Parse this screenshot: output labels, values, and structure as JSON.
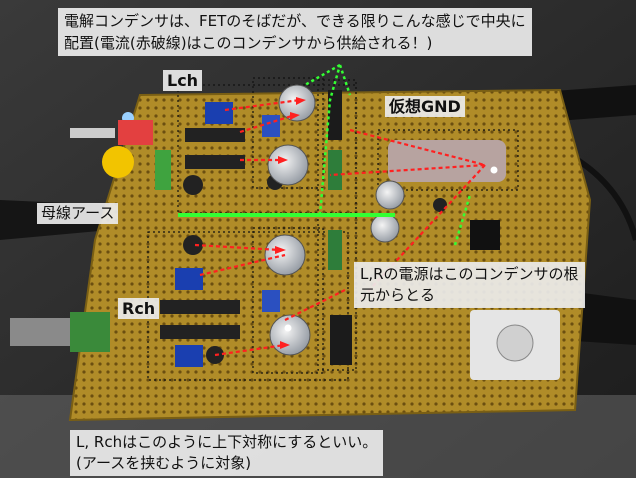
{
  "annotations": {
    "top_caption_line1": "電解コンデンサは、FETのそばだが、できる限りこんな感じで中央に",
    "top_caption_line2": "配置(電流(赤破線)はこのコンデンサから供給される！)",
    "lch": "Lch",
    "rch": "Rch",
    "virtual_gnd": "仮想GND",
    "bus_ground": "母線アース",
    "lr_power_line1": "L,Rの電源はこのコンデンサの根",
    "lr_power_line2": "元からとる",
    "bottom_caption_line1": "L, Rchはこのように上下対称にするといい。",
    "bottom_caption_line2": "(アースを挟むように対象)"
  },
  "colors": {
    "board": "#a8871e",
    "current_path": "#ff2020",
    "ground_bus": "#33ff33",
    "outline": "#111111"
  }
}
